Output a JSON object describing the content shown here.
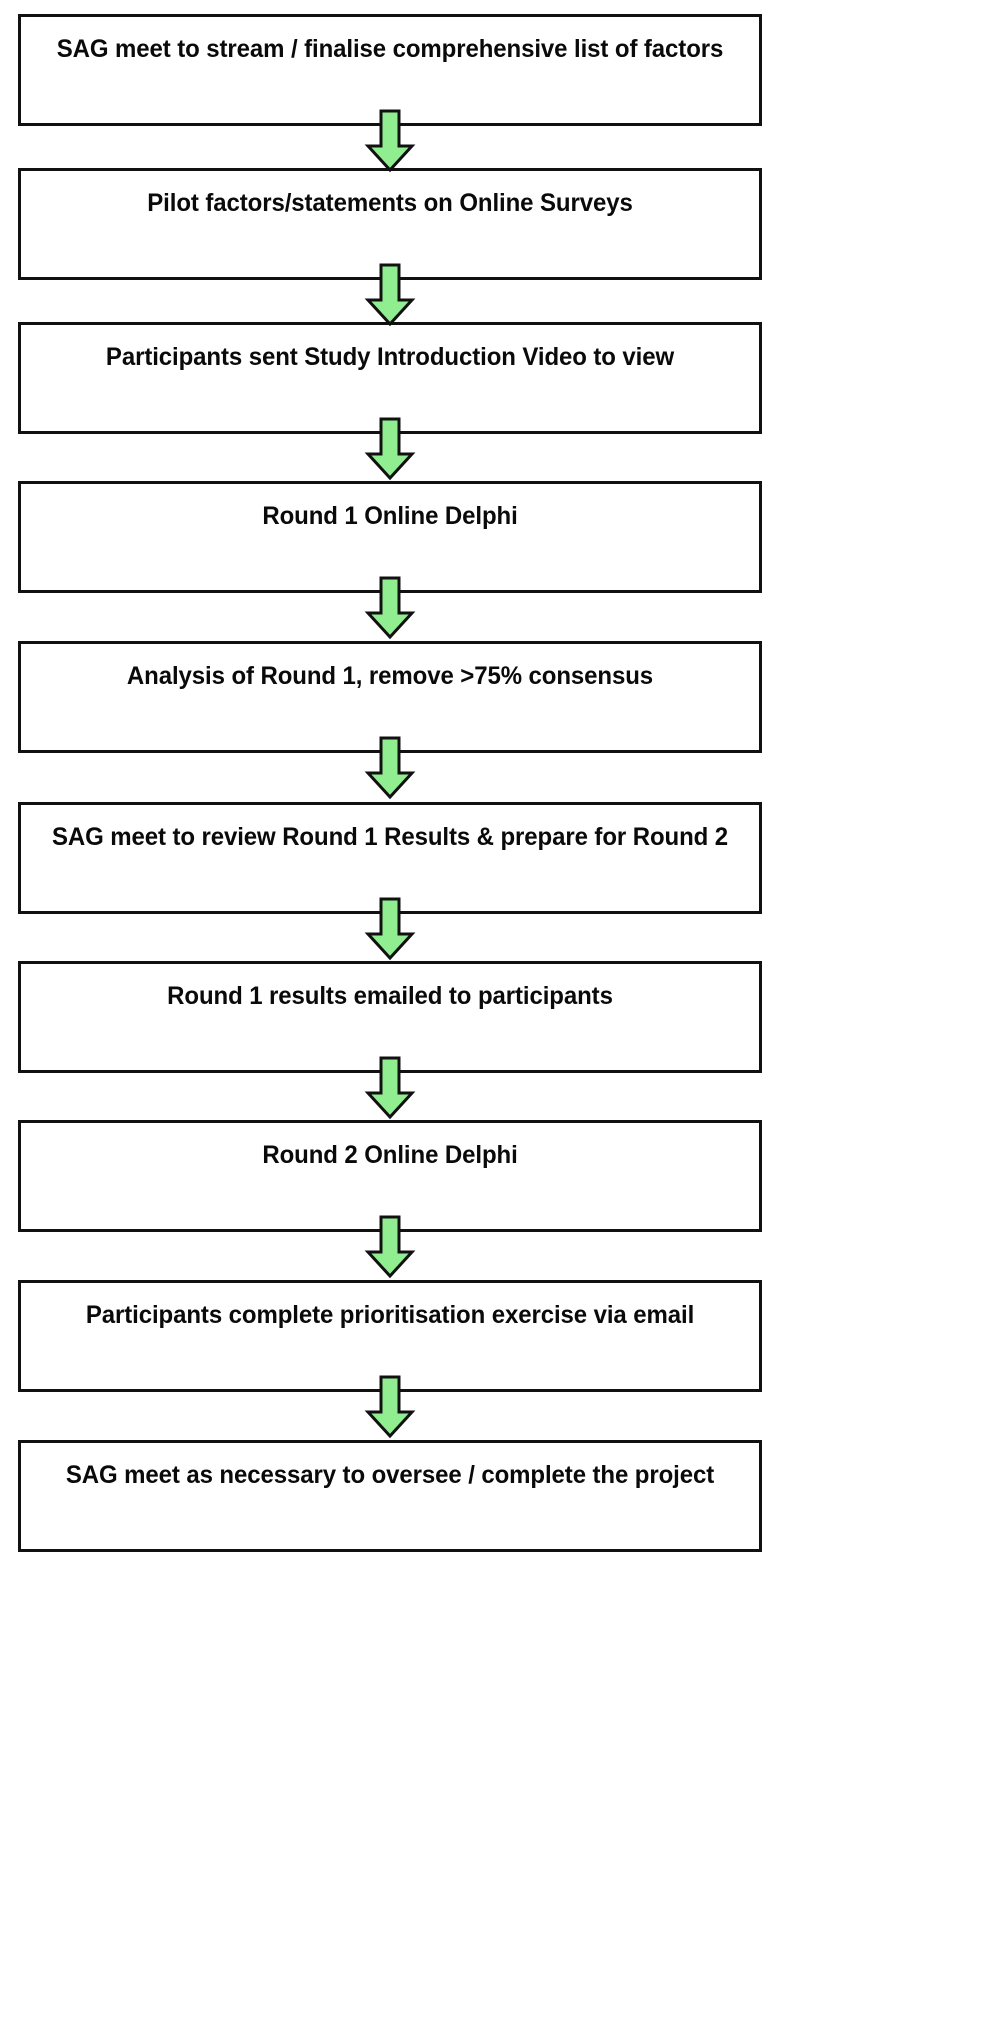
{
  "diagram": {
    "title": "Delphi study process flowchart",
    "background_color": "#ffffff",
    "box_border_color": "#111111",
    "box_fill_color": "#ffffff",
    "arrow_fill_color": "#90EE90",
    "arrow_outline_color": "#111111",
    "text_color": "#0a0a0a",
    "orientation": "vertical-top-to-bottom",
    "step_count": 11,
    "arrow_count": 10
  },
  "steps": [
    {
      "id": "step-1",
      "label": "SAG meet to stream / finalise comprehensive list of factors"
    },
    {
      "id": "step-2",
      "label": "Pilot factors/statements on Online Surveys"
    },
    {
      "id": "step-3",
      "label": "Participants sent Study Introduction Video to view"
    },
    {
      "id": "step-4",
      "label": "Round 1 Online Delphi"
    },
    {
      "id": "step-5",
      "label": "Analysis of Round 1, remove >75% consensus"
    },
    {
      "id": "step-6",
      "label": "SAG meet to review Round 1 Results & prepare for Round 2"
    },
    {
      "id": "step-7",
      "label": "Round 1 results emailed to participants"
    },
    {
      "id": "step-8",
      "label": "Round 2 Online Delphi"
    },
    {
      "id": "step-9",
      "label": "Participants complete prioritisation exercise via email"
    },
    {
      "id": "step-10",
      "label": "SAG meet as necessary to oversee / complete the project"
    }
  ],
  "connectors": [
    {
      "id": "arrow-1",
      "from": "step-1",
      "to": "step-2",
      "icon": "down-arrow-icon"
    },
    {
      "id": "arrow-2",
      "from": "step-2",
      "to": "step-3",
      "icon": "down-arrow-icon"
    },
    {
      "id": "arrow-3",
      "from": "step-3",
      "to": "step-4",
      "icon": "down-arrow-icon"
    },
    {
      "id": "arrow-4",
      "from": "step-4",
      "to": "step-5",
      "icon": "down-arrow-icon"
    },
    {
      "id": "arrow-5",
      "from": "step-5",
      "to": "step-6",
      "icon": "down-arrow-icon"
    },
    {
      "id": "arrow-6",
      "from": "step-6",
      "to": "step-7",
      "icon": "down-arrow-icon"
    },
    {
      "id": "arrow-7",
      "from": "step-7",
      "to": "step-8",
      "icon": "down-arrow-icon"
    },
    {
      "id": "arrow-8",
      "from": "step-8",
      "to": "step-9",
      "icon": "down-arrow-icon"
    },
    {
      "id": "arrow-9",
      "from": "step-9",
      "to": "step-10",
      "icon": "down-arrow-icon"
    },
    {
      "id": "arrow-10",
      "from": "step-10",
      "to": "step-11",
      "icon": "down-arrow-icon"
    }
  ]
}
